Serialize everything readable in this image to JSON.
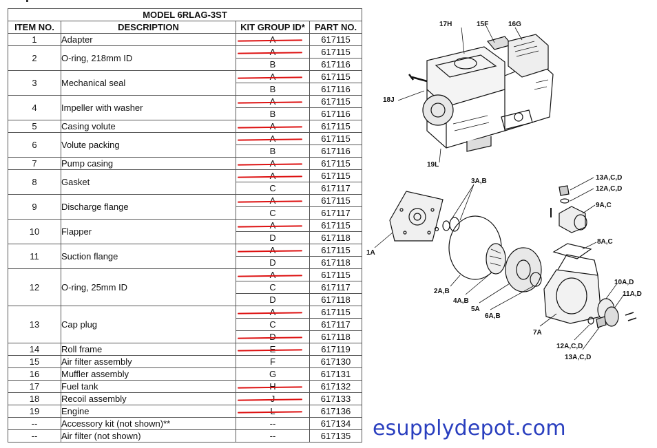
{
  "table": {
    "title": "MODEL 6RLAG-3ST",
    "headers": {
      "item": "ITEM NO.",
      "description": "DESCRIPTION",
      "kit": "KIT GROUP ID*",
      "part": "PART NO."
    },
    "items": [
      {
        "item": "1",
        "description": "Adapter",
        "rows": [
          {
            "kit": "A",
            "part": "617115",
            "struck": true
          }
        ]
      },
      {
        "item": "2",
        "description": "O-ring, 218mm ID",
        "rows": [
          {
            "kit": "A",
            "part": "617115",
            "struck": true
          },
          {
            "kit": "B",
            "part": "617116",
            "struck": false
          }
        ]
      },
      {
        "item": "3",
        "description": "Mechanical seal",
        "rows": [
          {
            "kit": "A",
            "part": "617115",
            "struck": true
          },
          {
            "kit": "B",
            "part": "617116",
            "struck": false
          }
        ]
      },
      {
        "item": "4",
        "description": "Impeller with washer",
        "rows": [
          {
            "kit": "A",
            "part": "617115",
            "struck": true
          },
          {
            "kit": "B",
            "part": "617116",
            "struck": false
          }
        ]
      },
      {
        "item": "5",
        "description": "Casing volute",
        "rows": [
          {
            "kit": "A",
            "part": "617115",
            "struck": true
          }
        ]
      },
      {
        "item": "6",
        "description": "Volute packing",
        "rows": [
          {
            "kit": "A",
            "part": "617115",
            "struck": true
          },
          {
            "kit": "B",
            "part": "617116",
            "struck": false
          }
        ]
      },
      {
        "item": "7",
        "description": "Pump casing",
        "rows": [
          {
            "kit": "A",
            "part": "617115",
            "struck": true
          }
        ]
      },
      {
        "item": "8",
        "description": "Gasket",
        "rows": [
          {
            "kit": "A",
            "part": "617115",
            "struck": true
          },
          {
            "kit": "C",
            "part": "617117",
            "struck": false
          }
        ]
      },
      {
        "item": "9",
        "description": "Discharge flange",
        "rows": [
          {
            "kit": "A",
            "part": "617115",
            "struck": true
          },
          {
            "kit": "C",
            "part": "617117",
            "struck": false
          }
        ]
      },
      {
        "item": "10",
        "description": "Flapper",
        "rows": [
          {
            "kit": "A",
            "part": "617115",
            "struck": true
          },
          {
            "kit": "D",
            "part": "617118",
            "struck": false
          }
        ]
      },
      {
        "item": "11",
        "description": "Suction flange",
        "rows": [
          {
            "kit": "A",
            "part": "617115",
            "struck": true
          },
          {
            "kit": "D",
            "part": "617118",
            "struck": false
          }
        ]
      },
      {
        "item": "12",
        "description": "O-ring, 25mm ID",
        "rows": [
          {
            "kit": "A",
            "part": "617115",
            "struck": true
          },
          {
            "kit": "C",
            "part": "617117",
            "struck": false
          },
          {
            "kit": "D",
            "part": "617118",
            "struck": false
          }
        ]
      },
      {
        "item": "13",
        "description": "Cap plug",
        "rows": [
          {
            "kit": "A",
            "part": "617115",
            "struck": true
          },
          {
            "kit": "C",
            "part": "617117",
            "struck": false
          },
          {
            "kit": "D",
            "part": "617118",
            "struck": true
          }
        ]
      },
      {
        "item": "14",
        "description": "Roll frame",
        "rows": [
          {
            "kit": "E",
            "part": "617119",
            "struck": true
          }
        ]
      },
      {
        "item": "15",
        "description": "Air filter assembly",
        "rows": [
          {
            "kit": "F",
            "part": "617130",
            "struck": false
          }
        ]
      },
      {
        "item": "16",
        "description": "Muffler assembly",
        "rows": [
          {
            "kit": "G",
            "part": "617131",
            "struck": false
          }
        ]
      },
      {
        "item": "17",
        "description": "Fuel tank",
        "rows": [
          {
            "kit": "H",
            "part": "617132",
            "struck": true
          }
        ]
      },
      {
        "item": "18",
        "description": "Recoil assembly",
        "rows": [
          {
            "kit": "J",
            "part": "617133",
            "struck": true
          }
        ]
      },
      {
        "item": "19",
        "description": "Engine",
        "rows": [
          {
            "kit": "L",
            "part": "617136",
            "struck": true
          }
        ]
      },
      {
        "item": "--",
        "description": "Accessory kit (not shown)**",
        "rows": [
          {
            "kit": "--",
            "part": "617134",
            "struck": false
          }
        ]
      },
      {
        "item": "--",
        "description": "Air filter (not shown)",
        "rows": [
          {
            "kit": "--",
            "part": "617135",
            "struck": false
          }
        ]
      }
    ]
  },
  "diagram": {
    "callouts": {
      "c17H": "17H",
      "c15F": "15F",
      "c16G": "16G",
      "c18J": "18J",
      "c19L": "19L",
      "c13ACD_top": "13A,C,D",
      "c12ACD_top": "12A,C,D",
      "c9AC": "9A,C",
      "c8AC": "8A,C",
      "c3AB": "3A,B",
      "c1A": "1A",
      "c2AB": "2A,B",
      "c4AB": "4A,B",
      "c5A": "5A",
      "c6AB": "6A,B",
      "c7A": "7A",
      "c10AD": "10A,D",
      "c11AD": "11A,D",
      "c12ACD_bot": "12A,C,D",
      "c13ACD_bot": "13A,C,D"
    }
  },
  "brand": "esupplydepot.com",
  "colors": {
    "strike": "#d11111",
    "brand": "#2a3fbf",
    "grid": "#555555"
  }
}
